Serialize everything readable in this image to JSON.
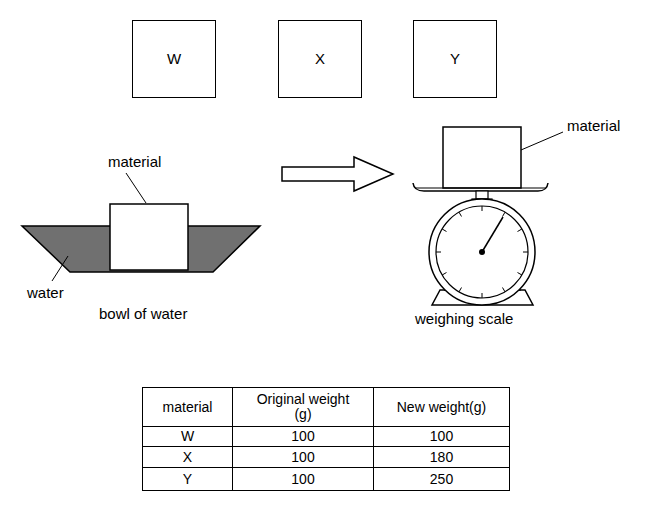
{
  "diagram": {
    "nodes": [
      {
        "text": [
          "W"
        ]
      },
      {
        "text": [
          "X"
        ]
      },
      {
        "text": [
          "Y"
        ]
      }
    ],
    "labels": [
      "material",
      "water",
      "bowl of water",
      "material",
      "weighing scale",
      "material",
      "Original weight (g)",
      "New weight(g)",
      "W",
      "100",
      "100",
      "X",
      "100",
      "180",
      "Y",
      "100",
      "250"
    ]
  }
}
